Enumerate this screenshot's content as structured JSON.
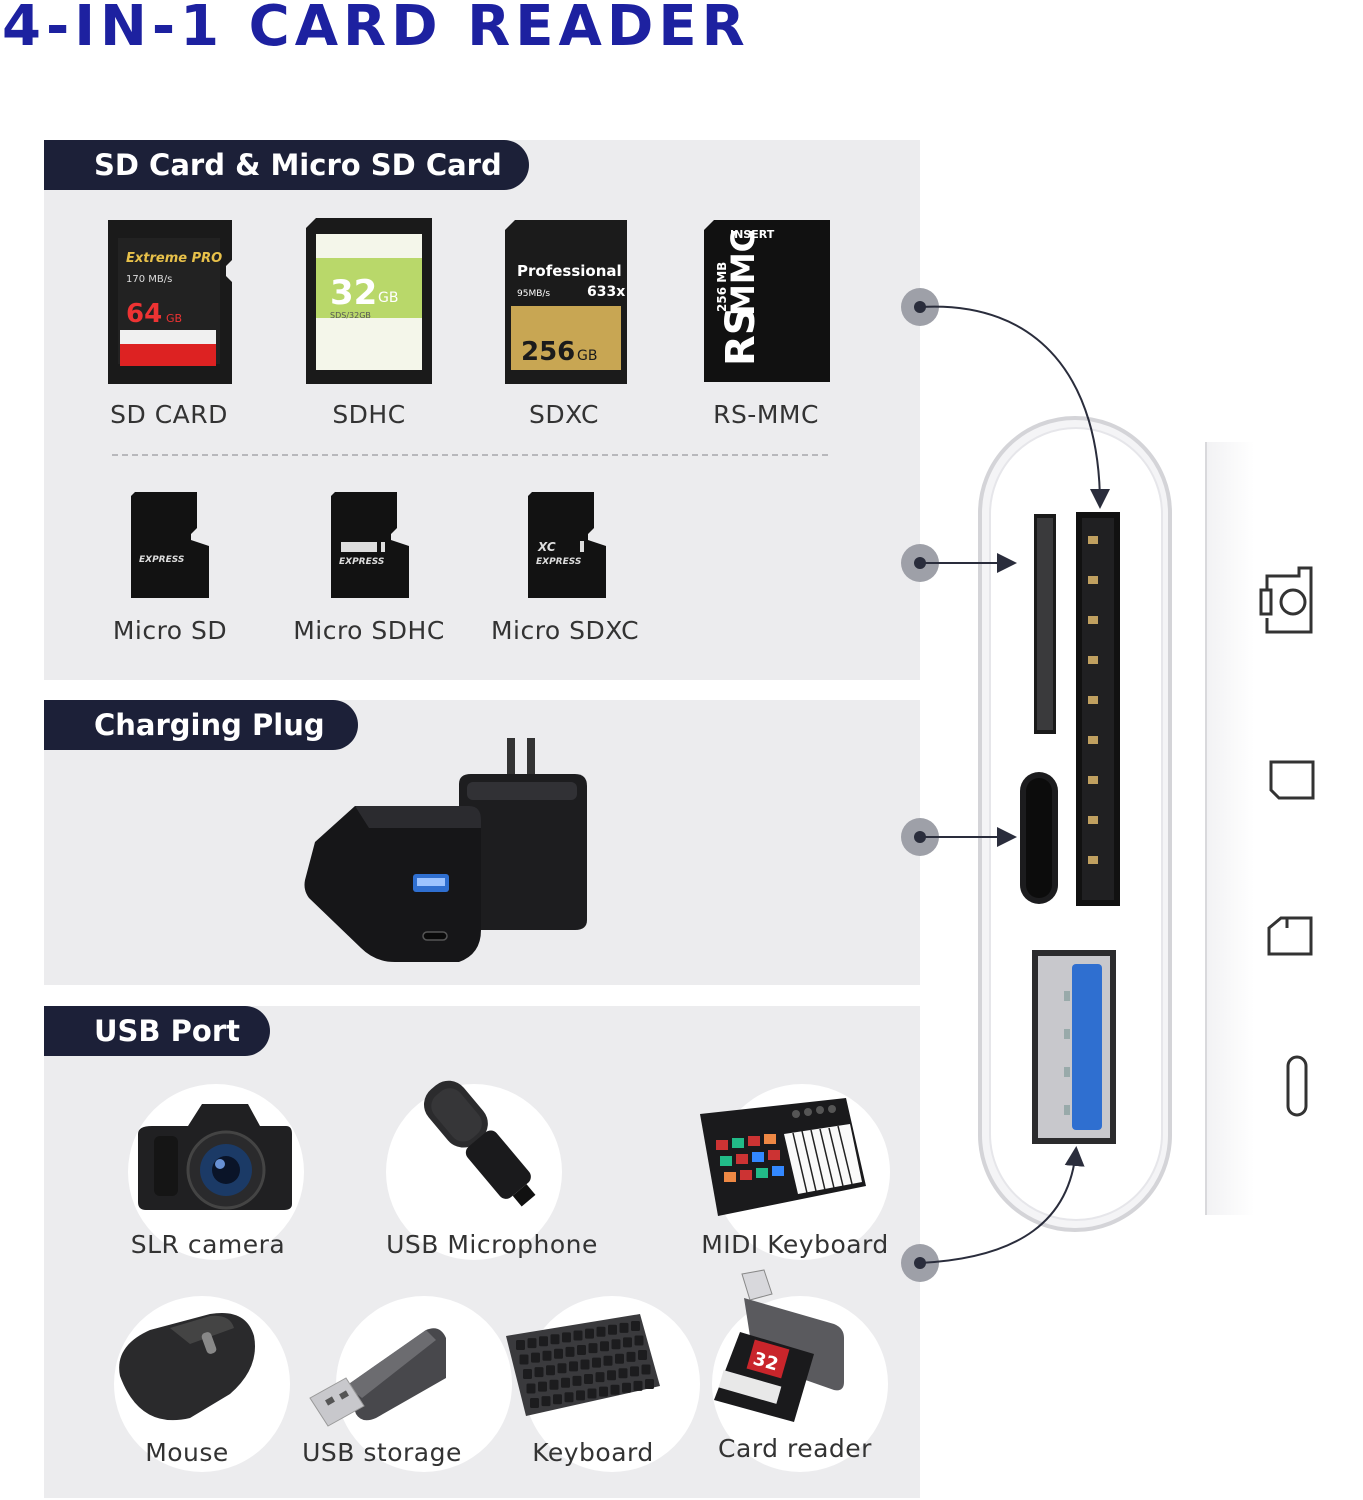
{
  "title": "4-IN-1 CARD READER",
  "sections": {
    "sd": {
      "tab": "SD Card & Micro SD Card",
      "full_size": [
        {
          "label": "SD CARD",
          "card_line1": "Extreme PRO",
          "card_line2": "170 MB/s",
          "capacity": "64",
          "unit": "GB"
        },
        {
          "label": "SDHC",
          "capacity": "32",
          "unit": "GB",
          "card_line2": "SDS/32GB"
        },
        {
          "label": "SDXC",
          "card_line1": "Professional",
          "card_line2": "95MB/s",
          "card_line3": "633x",
          "capacity": "256",
          "unit": "GB"
        },
        {
          "label": "RS-MMC",
          "card_line1": "INSERT",
          "card_line2": "256 MB",
          "card_line3": "RS",
          "card_line4": "MMC"
        }
      ],
      "micro": [
        {
          "label": "Micro SD",
          "mark": "EXPRESS"
        },
        {
          "label": "Micro SDHC",
          "mark": "EXPRESS"
        },
        {
          "label": "Micro SDXC",
          "mark": "EXPRESS"
        }
      ]
    },
    "charging": {
      "tab": "Charging Plug"
    },
    "usb": {
      "tab": "USB Port",
      "devices": [
        {
          "label": "SLR camera",
          "icon": "camera-icon"
        },
        {
          "label": "USB Microphone",
          "icon": "microphone-icon"
        },
        {
          "label": "MIDI Keyboard",
          "icon": "midi-keyboard-icon"
        },
        {
          "label": "Mouse",
          "icon": "mouse-icon"
        },
        {
          "label": "USB storage",
          "icon": "usb-drive-icon"
        },
        {
          "label": "Keyboard",
          "icon": "keyboard-icon"
        },
        {
          "label": "Card reader",
          "icon": "card-reader-icon",
          "card_capacity": "32"
        }
      ]
    }
  },
  "colors": {
    "title": "#1d21a0",
    "tab_bg": "#1c2038",
    "panel_bg": "#ececee",
    "usb_blue": "#2f6fd0"
  },
  "side_icons": [
    "camera-icon",
    "sd-card-icon",
    "micro-sd-icon",
    "usb-c-icon"
  ]
}
